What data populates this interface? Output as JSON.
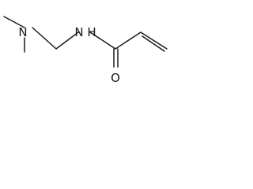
{
  "molecule": {
    "atoms": {
      "amine_n": "N",
      "amide_n": "N",
      "amide_nh": "H",
      "carbonyl_o": "O"
    }
  }
}
